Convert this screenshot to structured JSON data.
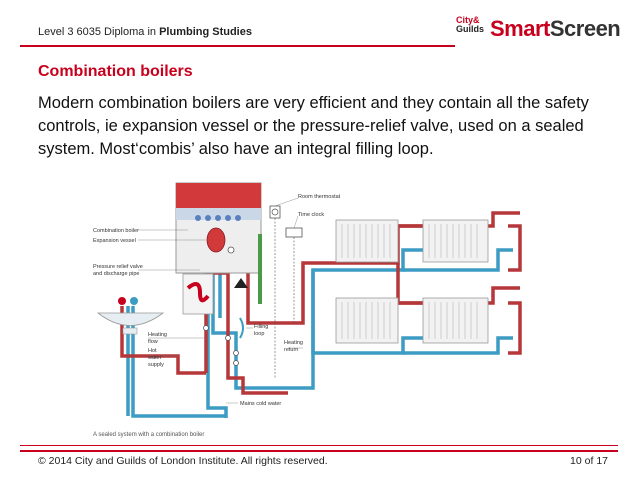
{
  "header": {
    "course_prefix": "Level 3 6035 Diploma in ",
    "course_bold": "Plumbing Studies"
  },
  "logo": {
    "city": "City&",
    "guilds": "Guilds",
    "smart": "Smart",
    "screen": "Screen"
  },
  "slide": {
    "title": "Combination boilers",
    "body": "Modern combination boilers are very efficient and they contain all the safety controls, ie expansion vessel or the pressure-relief valve, used on a sealed system. Most‘combis’ also have an integral filling loop."
  },
  "diagram": {
    "labels": {
      "combination_boiler": "Combination boiler",
      "expansion_vessel": "Expansion vessel",
      "prv_line1": "Pressure relief valve",
      "prv_line2": "and discharge pipe",
      "heating_flow_1": "Heating",
      "heating_flow_2": "flow",
      "hot_water_1": "Hot",
      "hot_water_2": "water",
      "hot_water_3": "supply",
      "room_thermostat": "Room thermostat",
      "time_clock": "Time clock",
      "filling_loop_1": "Filling",
      "filling_loop_2": "loop",
      "heating_return_1": "Heating",
      "heating_return_2": "return",
      "mains_cold_water": "Mains cold water",
      "caption": "A sealed system with a combination boiler"
    },
    "colors": {
      "flow": "#b5373a",
      "return": "#3d9cc4",
      "boiler_top": "#d2393a"
    }
  },
  "footer": {
    "copyright": "© 2014 City and Guilds of London Institute. All rights reserved.",
    "page": "10 of 17"
  }
}
